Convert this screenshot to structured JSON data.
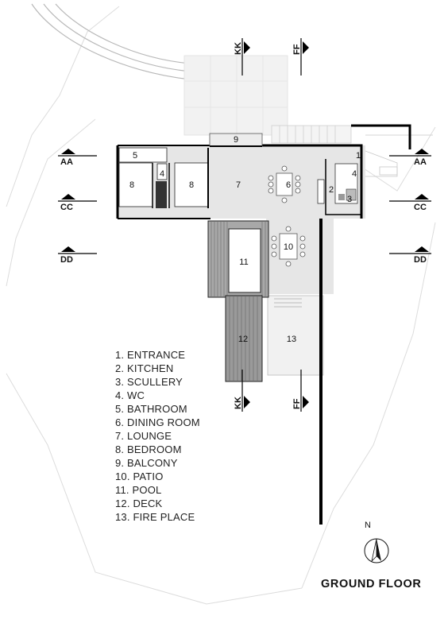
{
  "drawing_title": "GROUND FLOOR",
  "north_label": "N",
  "legend": [
    "1. ENTRANCE",
    "2. KITCHEN",
    "3. SCULLERY",
    "4. WC",
    "5. BATHROOM",
    "6. DINING ROOM",
    "7. LOUNGE",
    "8. BEDROOM",
    "9. BALCONY",
    "10. PATIO",
    "11. POOL",
    "12. DECK",
    "13. FIRE PLACE"
  ],
  "room_tags": {
    "entrance": "1",
    "kitchen": "2",
    "scullery": "3",
    "wc_east": "4",
    "wc_west": "4",
    "bathroom": "5",
    "dining": "6",
    "lounge": "7",
    "bedroom_a": "8",
    "bedroom_b": "8",
    "balcony": "9",
    "patio": "10",
    "pool": "11",
    "deck": "12",
    "fireplace": "13"
  },
  "section_labels": {
    "aa": "AA",
    "cc": "CC",
    "dd": "DD",
    "kk": "KK",
    "ff": "FF"
  },
  "colors": {
    "line": "#111111",
    "wall": "#000000",
    "floor": "#e4e4e4",
    "light": "#f0f0f0",
    "deck": "#9a9a9a",
    "site": "#dcdcdc"
  }
}
